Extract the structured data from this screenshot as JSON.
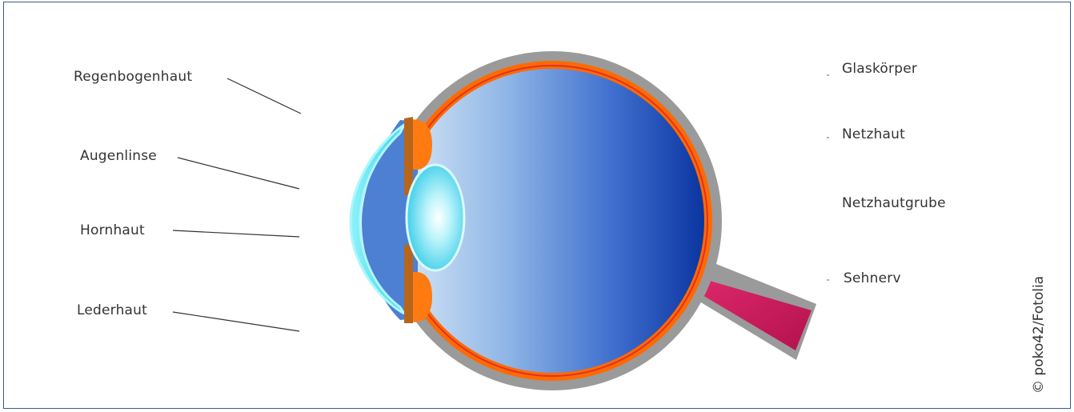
{
  "labels_left": [
    {
      "text": "Regenbogenhaut"
    },
    {
      "text": "Augenlinse"
    },
    {
      "text": "Hornhaut"
    },
    {
      "text": "Lederhaut"
    }
  ],
  "labels_right": [
    {
      "text": "Glaskörper"
    },
    {
      "text": "Netzhaut"
    },
    {
      "text": "Netzhautgrube"
    },
    {
      "text": "Sehnerv"
    }
  ],
  "credit": "© poko42/Fotolia",
  "colors": {
    "sclera": "#9a9a9a",
    "retina": "#ff6a00",
    "vitreous_light": "#c8dcf2",
    "vitreous_dark": "#0e3ea8",
    "cornea": "#55e6f2",
    "lens": "#4fd8ee",
    "iris": "#c8701e",
    "optic_nerve": "#c8185a",
    "frame": "#3a5a8a"
  }
}
